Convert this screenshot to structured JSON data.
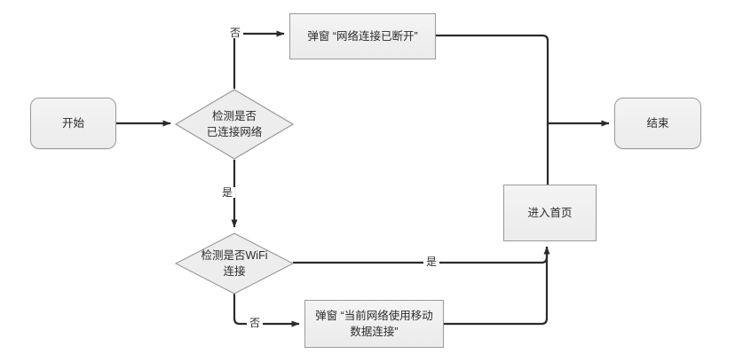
{
  "diagram": {
    "type": "flowchart",
    "title_text": "",
    "colors": {
      "node_fill_top": "#f4f4f4",
      "node_fill_bottom": "#ebebeb",
      "node_border": "#9a9a9a",
      "line": "#2b2b2b",
      "text": "#2b2b2b",
      "background": "#ffffff"
    },
    "nodes": {
      "start": {
        "label": "开始",
        "shape": "rounded-rectangle"
      },
      "check_network": {
        "label": "检测是否\n已连接网络",
        "shape": "diamond"
      },
      "popup_disconnected": {
        "label": "弹窗 “网络连接已断开”",
        "shape": "rectangle"
      },
      "check_wifi": {
        "label": "检测是否WiFi\n连接",
        "shape": "diamond"
      },
      "popup_mobile_data": {
        "label": "弹窗 “当前网络使用移动\n数据连接”",
        "shape": "rectangle"
      },
      "enter_home": {
        "label": "进入首页",
        "shape": "rectangle"
      },
      "end": {
        "label": "结束",
        "shape": "rounded-rectangle"
      }
    },
    "edge_labels": {
      "network_no": "否",
      "network_yes": "是",
      "wifi_yes": "是",
      "wifi_no": "否"
    }
  }
}
